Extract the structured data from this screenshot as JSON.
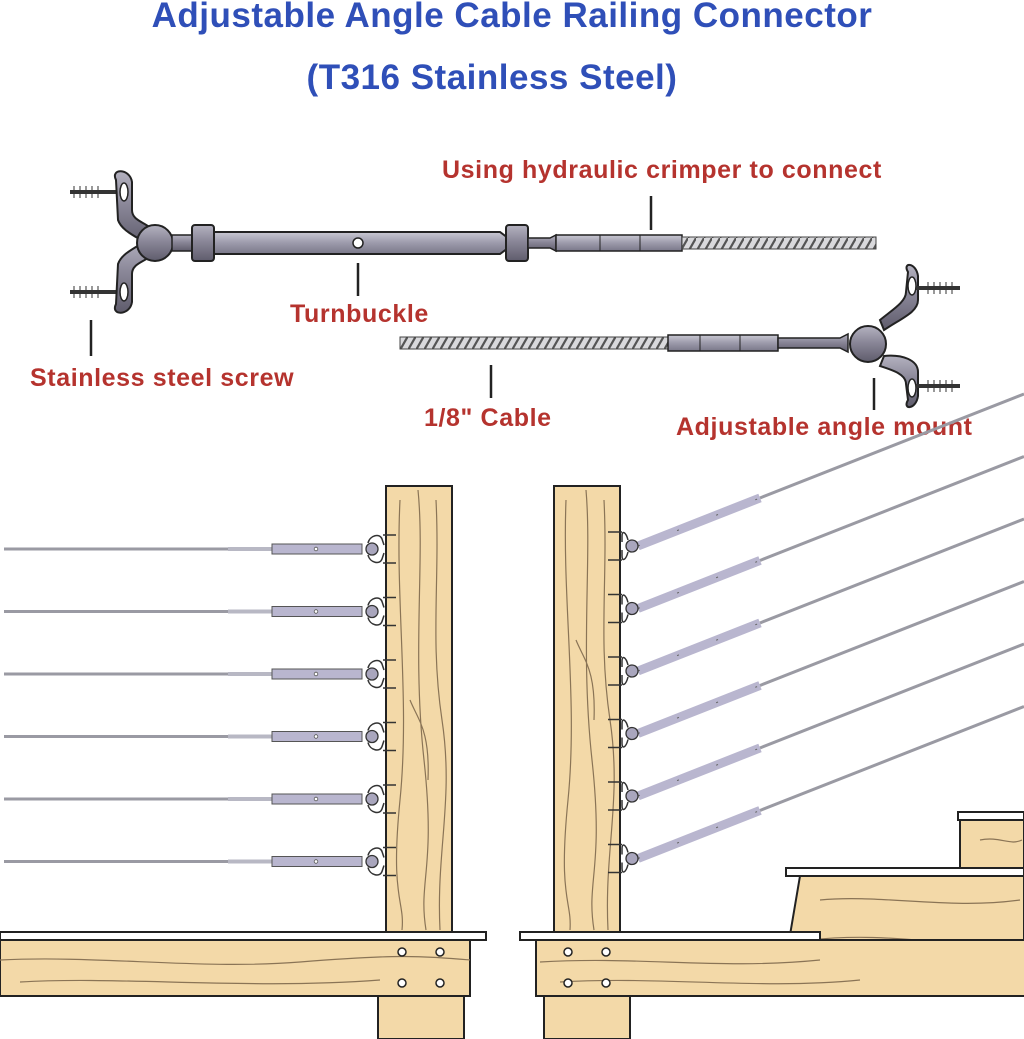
{
  "title": {
    "line1": "Adjustable Angle Cable Railing Connector",
    "line2": "(T316 Stainless Steel)"
  },
  "labels": {
    "crimper": "Using hydraulic crimper to connect",
    "turnbuckle": "Turnbuckle",
    "screw": "Stainless steel screw",
    "cable": "1/8\" Cable",
    "mount": "Adjustable angle mount"
  },
  "colors": {
    "title": "#2f4fb8",
    "label": "#b5332e",
    "wood": "#f3d9a8",
    "wood_grain": "#8a7456",
    "metal": "#8d8a99",
    "cable": "#b9b9bf"
  },
  "illustration": {
    "left_post_cable_count": 6,
    "right_post_cable_count": 6
  }
}
